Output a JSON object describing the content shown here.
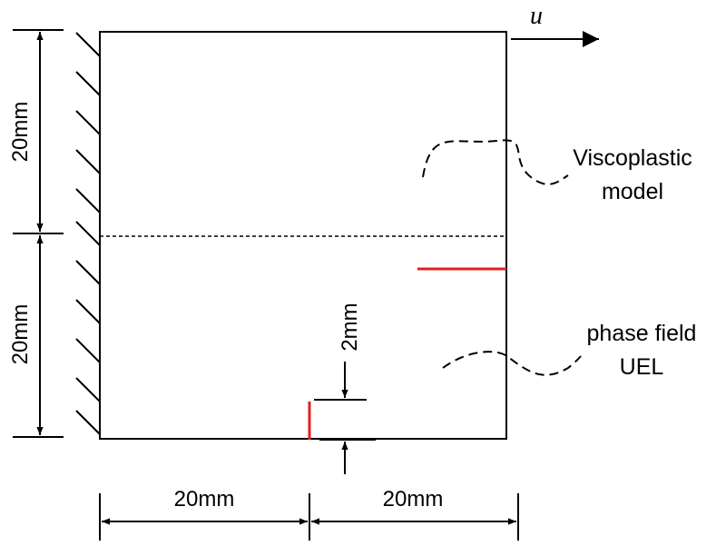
{
  "labels": {
    "load": "u",
    "viscoplastic_line1": "Viscoplastic",
    "viscoplastic_line2": "model",
    "phase_field_line1": "phase field",
    "phase_field_line2": "UEL",
    "dim_upper": "20mm",
    "dim_lower": "20mm",
    "dim_crack_gap": "2mm",
    "dim_bottom_left": "20mm",
    "dim_bottom_right": "20mm"
  },
  "colors": {
    "line": "#000000",
    "crack": "#e02020"
  }
}
